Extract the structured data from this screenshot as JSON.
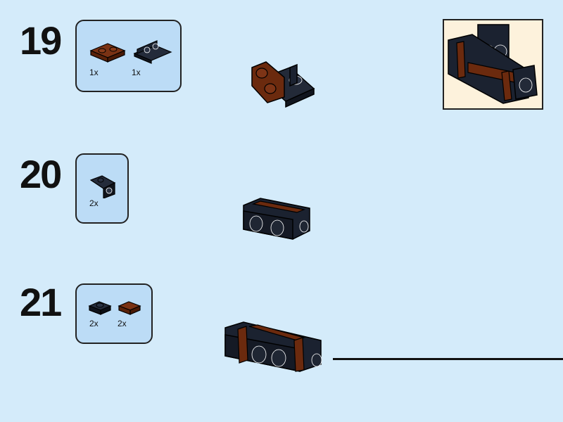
{
  "steps": [
    {
      "number": "19",
      "parts": [
        {
          "qty": "1x",
          "part": "brown-plate-1x2"
        },
        {
          "qty": "1x",
          "part": "black-bracket-1x2"
        }
      ]
    },
    {
      "number": "20",
      "parts": [
        {
          "qty": "2x",
          "part": "black-bracket-1x1"
        }
      ]
    },
    {
      "number": "21",
      "parts": [
        {
          "qty": "2x",
          "part": "black-plate-1x1"
        },
        {
          "qty": "2x",
          "part": "brown-tile-1x1"
        }
      ]
    }
  ],
  "colors": {
    "background": "#d4ebfa",
    "parts_box": "#bcdcf6",
    "inset_background": "#fdf2dc",
    "black_brick": "#1b2230",
    "brown_brick": "#6b2a0e",
    "outline": "#000000"
  }
}
